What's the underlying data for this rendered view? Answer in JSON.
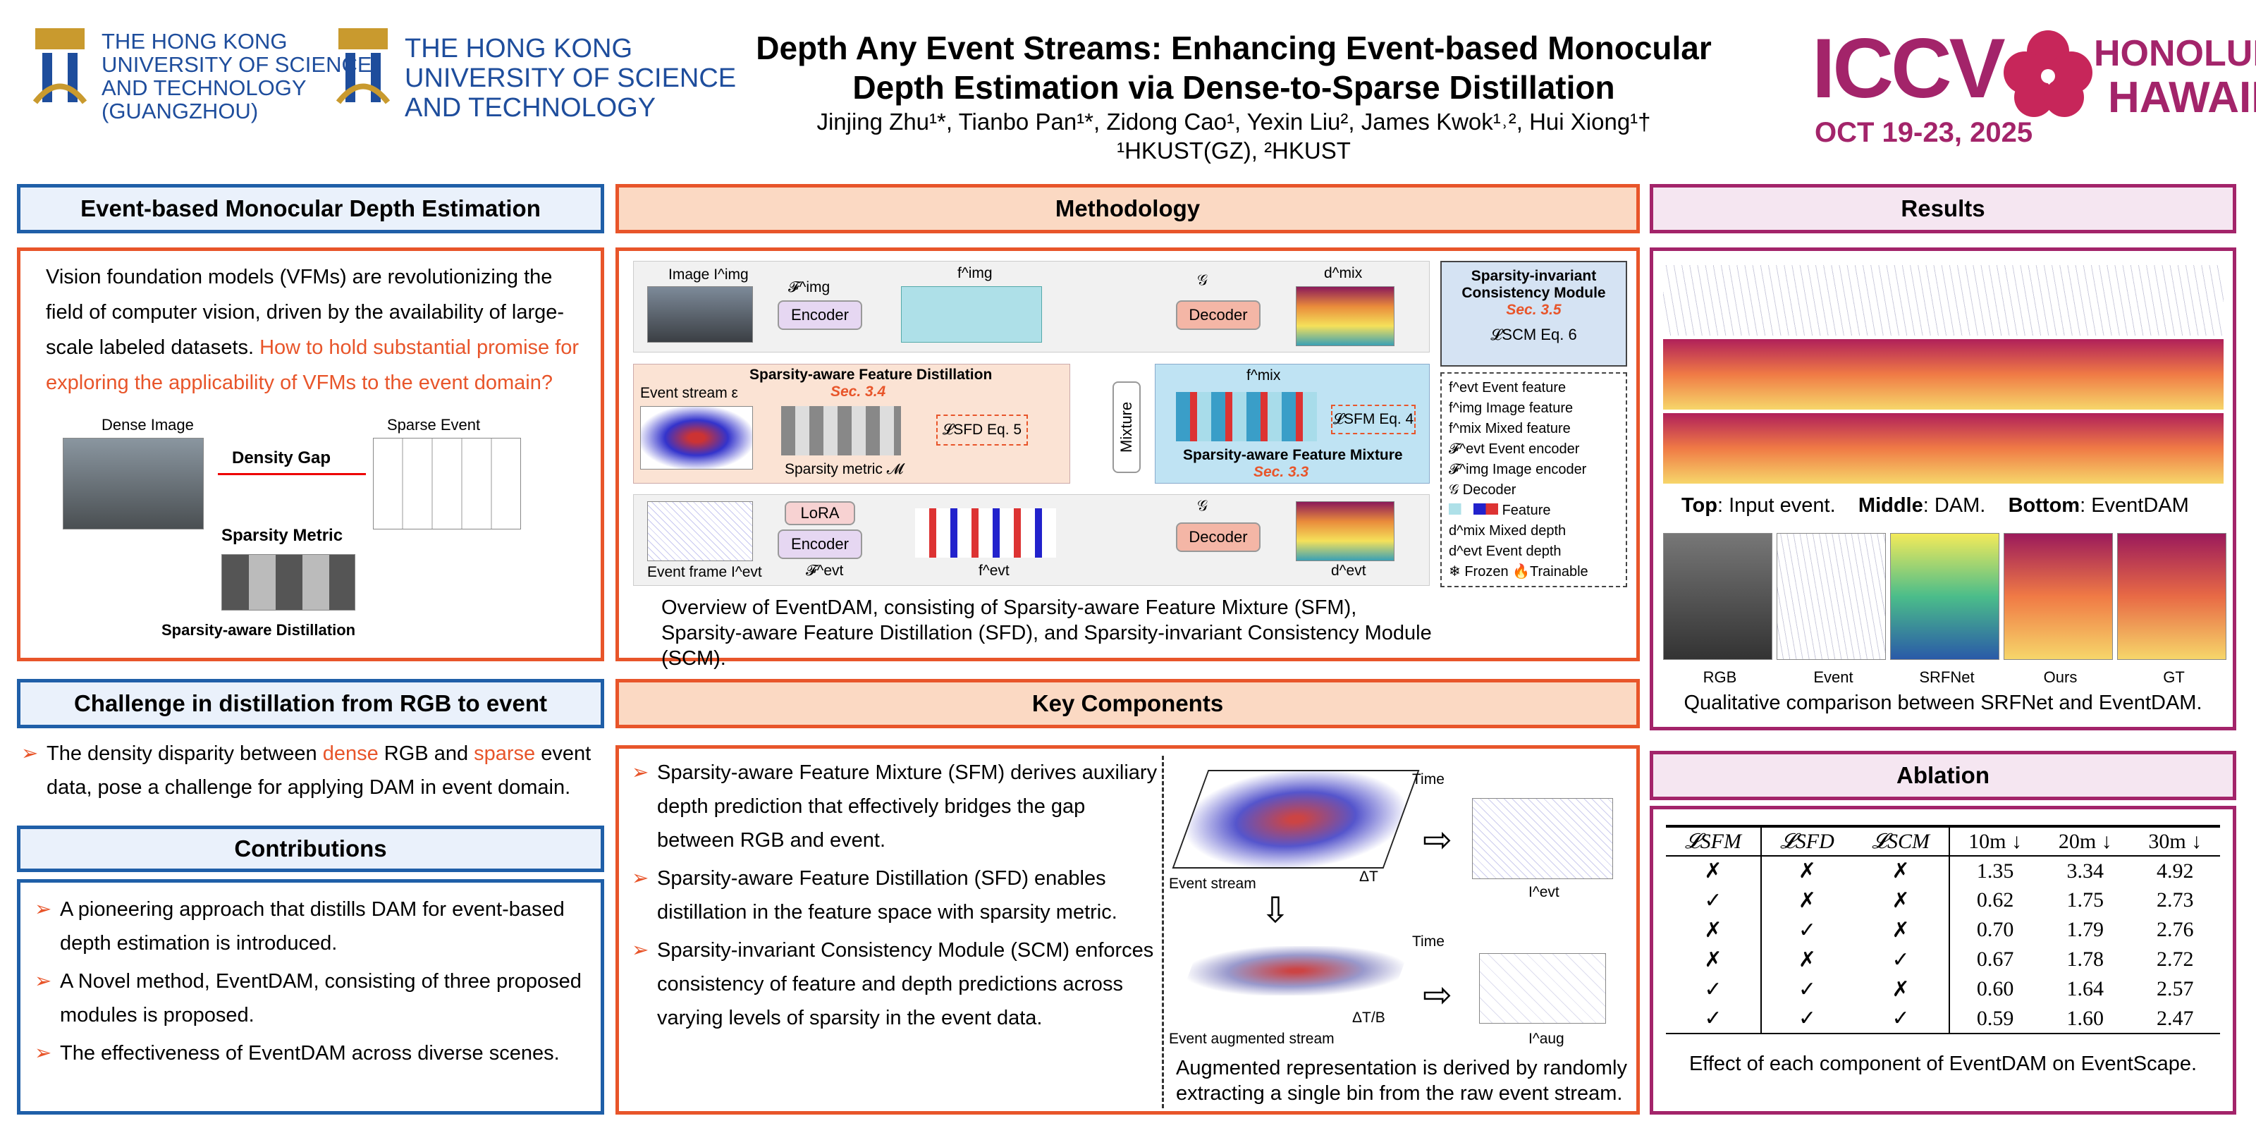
{
  "header": {
    "logo1": [
      "THE HONG KONG",
      "UNIVERSITY OF SCIENCE",
      "AND TECHNOLOGY",
      "(GUANGZHOU)"
    ],
    "logo2": [
      "THE HONG KONG",
      "UNIVERSITY OF SCIENCE",
      "AND TECHNOLOGY"
    ],
    "title_line1": "Depth Any Event Streams: Enhancing Event-based Monocular",
    "title_line2": "Depth Estimation via Dense-to-Sparse Distillation",
    "authors": "Jinjing Zhu¹*, Tianbo Pan¹*, Zidong Cao¹, Yexin Liu², James Kwok¹˒², Hui Xiong¹†",
    "affiliations": "¹HKUST(GZ), ²HKUST",
    "conf": {
      "name": "ICCV",
      "city1": "HONOLULU",
      "city2": "HAWAII",
      "dates": "OCT 19-23, 2025",
      "color": "#a3246a"
    }
  },
  "intro": {
    "title": "Event-based Monocular Depth Estimation",
    "text": "Vision foundation models (VFMs) are revolutionizing the field of computer vision, driven by the availability of large-scale labeled datasets.",
    "question": "How to hold substantial promise for exploring the applicability of VFMs to the event domain?",
    "fig": {
      "dense": "Dense Image",
      "sparse": "Sparse Event",
      "gap": "Density Gap",
      "metric": "Sparsity Metric",
      "distill": "Sparsity-aware Distillation"
    }
  },
  "challenge": {
    "title": "Challenge in distillation from RGB to event",
    "pre": "The density disparity between ",
    "dense": "dense",
    "mid": " RGB and ",
    "sparse": "sparse",
    "post": " event data, pose a challenge for applying DAM in event domain."
  },
  "contributions": {
    "title": "Contributions",
    "items": [
      "A pioneering approach that distills DAM for event-based depth estimation is introduced.",
      "A Novel method, EventDAM, consisting of three proposed modules is proposed.",
      "The effectiveness of EventDAM across diverse scenes."
    ]
  },
  "methodology": {
    "title": "Methodology",
    "labels": {
      "image": "Image I^img",
      "fimg_enc": "𝓕^img",
      "encoder": "Encoder",
      "fimg": "f^img",
      "g": "𝒢",
      "decoder": "Decoder",
      "dmix": "d^mix",
      "sfd_title": "Sparsity-aware Feature Distillation",
      "sfd_sec": "Sec. 3.4",
      "event_stream": "Event stream ε",
      "sparsity_metric": "Sparsity metric 𝓜",
      "lsfd": "𝓛SFD Eq. 5",
      "mixture": "Mixture",
      "fmix": "f^mix",
      "lsfm": "𝓛SFM Eq. 4",
      "sfm_title": "Sparsity-aware Feature Mixture",
      "sfm_sec": "Sec. 3.3",
      "scm_title": "Sparsity-invariant Consistency Module",
      "scm_sec": "Sec. 3.5",
      "lscm": "𝓛SCM Eq. 6",
      "lora": "LoRA",
      "event_frame": "Event frame I^evt",
      "fevt_enc": "𝓕^evt",
      "fevt": "f^evt",
      "devt": "d^evt"
    },
    "legend": [
      "f^evt Event feature",
      "f^img Image feature",
      "f^mix Mixed feature",
      "𝓕^evt Event encoder",
      "𝓕^img Image encoder",
      "𝒢 Decoder",
      "Feature",
      "d^mix Mixed depth",
      "d^evt Event depth",
      "❄ Frozen  🔥Trainable"
    ],
    "caption": "Overview of EventDAM, consisting of Sparsity-aware Feature Mixture (SFM), Sparsity-aware Feature Distillation (SFD),  and Sparsity-invariant Consistency Module (SCM)."
  },
  "key": {
    "title": "Key Components",
    "items": [
      "Sparsity-aware Feature Mixture (SFM) derives auxiliary depth prediction that effectively bridges the gap between RGB and event.",
      "Sparsity-aware Feature Distillation (SFD) enables distillation in the feature space with sparsity metric.",
      "Sparsity-invariant Consistency Module (SCM) enforces consistency of feature and depth predictions across varying levels of sparsity in the event data."
    ],
    "fig": {
      "time1": "Time",
      "dt1": "ΔT",
      "es": "Event stream",
      "ievt": "I^evt",
      "time2": "Time",
      "dt2": "ΔT/B",
      "eas": "Event augmented stream",
      "iaug": "I^aug"
    },
    "caption": "Augmented representation is derived by randomly extracting a single bin from the raw event stream."
  },
  "results": {
    "title": "Results",
    "top_caption": {
      "top_b": "Top",
      "top": ": Input event.",
      "mid_b": "Middle",
      "mid": ": DAM.",
      "bot_b": "Bottom",
      "bot": ": EventDAM"
    },
    "cols": [
      "RGB",
      "Event",
      "SRFNet",
      "Ours",
      "GT"
    ],
    "caption": "Qualitative comparison between SRFNet and EventDAM."
  },
  "ablation": {
    "title": "Ablation",
    "headers": [
      "𝓛SFM",
      "𝓛SFD",
      "𝓛SCM",
      "10m ↓",
      "20m ↓",
      "30m ↓"
    ],
    "rows": [
      [
        "✗",
        "✗",
        "✗",
        "1.35",
        "3.34",
        "4.92"
      ],
      [
        "✓",
        "✗",
        "✗",
        "0.62",
        "1.75",
        "2.73"
      ],
      [
        "✗",
        "✓",
        "✗",
        "0.70",
        "1.79",
        "2.76"
      ],
      [
        "✗",
        "✗",
        "✓",
        "0.67",
        "1.78",
        "2.72"
      ],
      [
        "✓",
        "✓",
        "✗",
        "0.60",
        "1.64",
        "2.57"
      ],
      [
        "✓",
        "✓",
        "✓",
        "0.59",
        "1.60",
        "2.47"
      ]
    ],
    "caption": "Effect of each component of EventDAM on EventScape."
  },
  "colors": {
    "blue": "#1f5fa8",
    "orange": "#e8552a",
    "purple": "#a3246a"
  }
}
